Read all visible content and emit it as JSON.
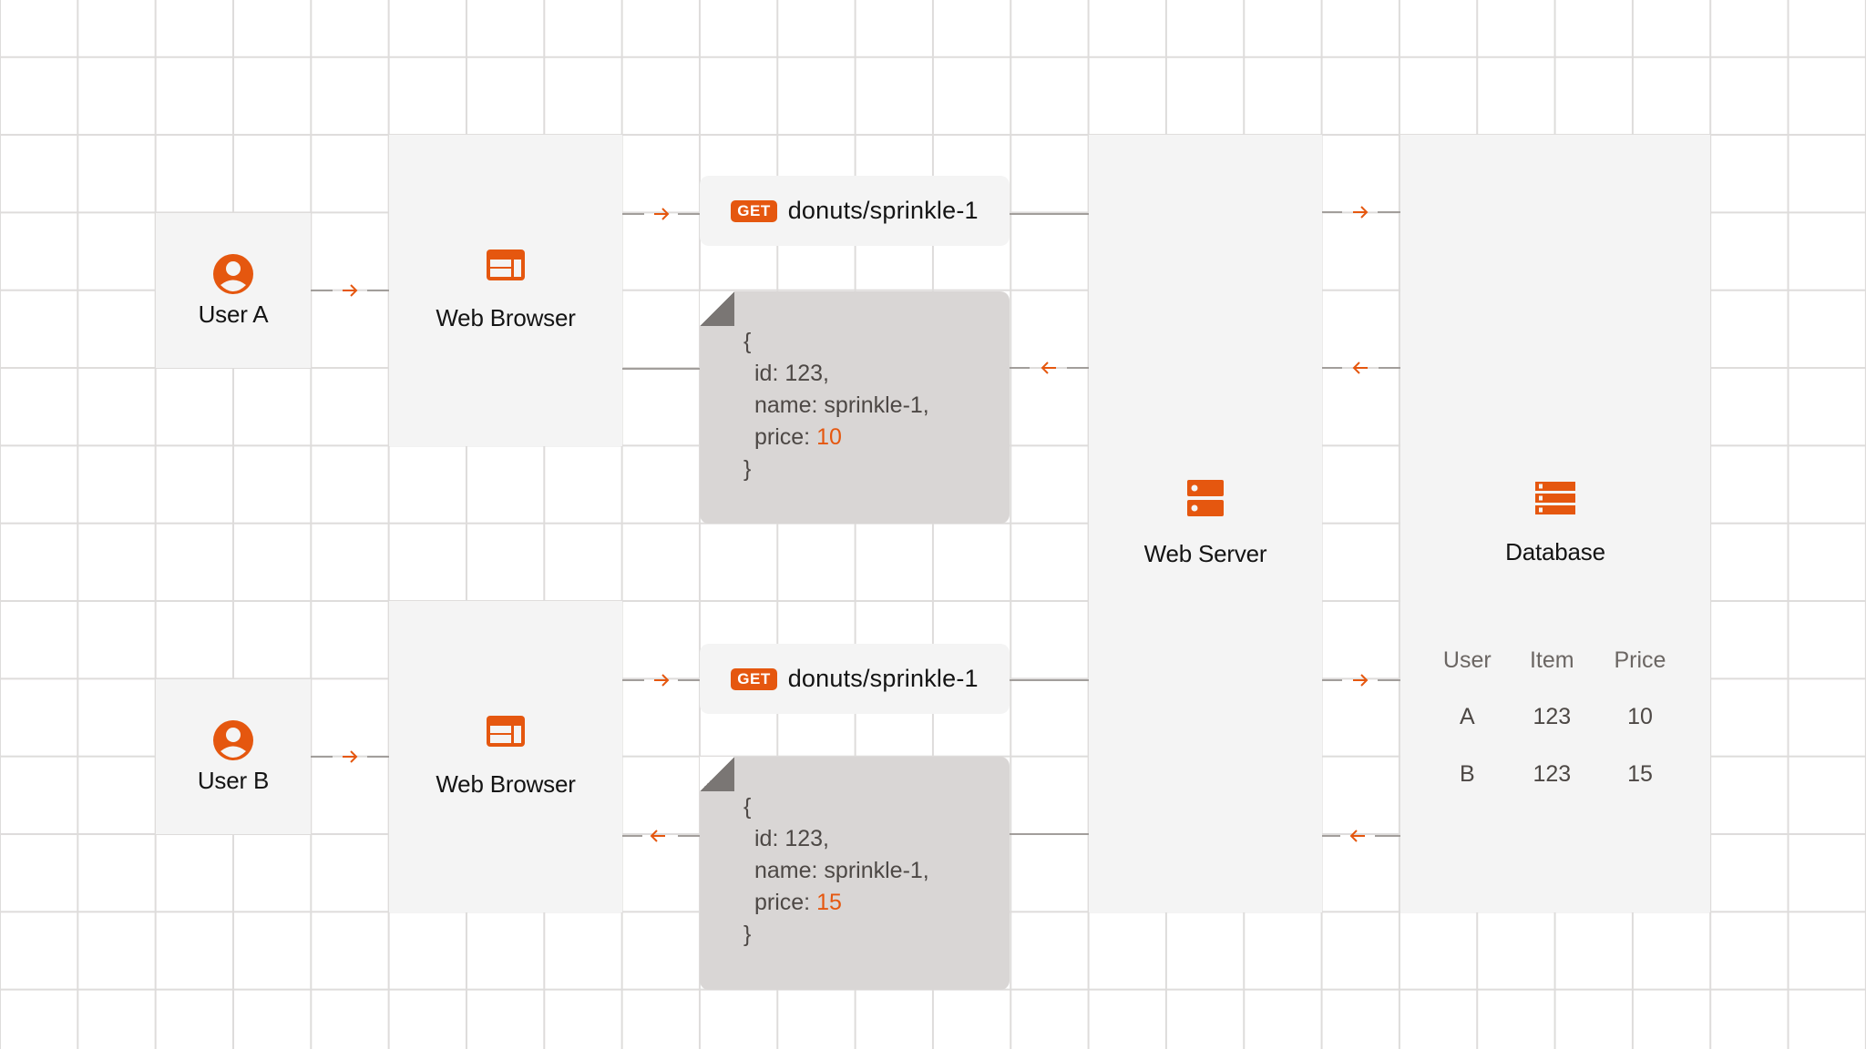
{
  "colors": {
    "accent": "#e5570f",
    "node_bg": "#f4f4f4",
    "json_bg": "#d9d6d5",
    "fold": "#7a7674",
    "connector": "#a29e9b",
    "grid": "#dedcdb"
  },
  "users": [
    {
      "label": "User A",
      "icon": "user-icon"
    },
    {
      "label": "User B",
      "icon": "user-icon"
    }
  ],
  "browsers": [
    {
      "label": "Web Browser",
      "icon": "browser-window-icon"
    },
    {
      "label": "Web Browser",
      "icon": "browser-window-icon"
    }
  ],
  "requests": [
    {
      "method": "GET",
      "path": "donuts/sprinkle-1"
    },
    {
      "method": "GET",
      "path": "donuts/sprinkle-1"
    }
  ],
  "responses": [
    {
      "open": "{",
      "id_line": "id: 123,",
      "name_line": "name: sprinkle-1,",
      "price_key": "price: ",
      "price_value": "10",
      "close": "}"
    },
    {
      "open": "{",
      "id_line": "id: 123,",
      "name_line": "name: sprinkle-1,",
      "price_key": "price: ",
      "price_value": "15",
      "close": "}"
    }
  ],
  "server": {
    "label": "Web Server",
    "icon": "server-icon"
  },
  "database": {
    "label": "Database",
    "icon": "database-icon",
    "table": {
      "headers": [
        "User",
        "Item",
        "Price"
      ],
      "rows": [
        [
          "A",
          "123",
          "10"
        ],
        [
          "B",
          "123",
          "15"
        ]
      ]
    }
  }
}
